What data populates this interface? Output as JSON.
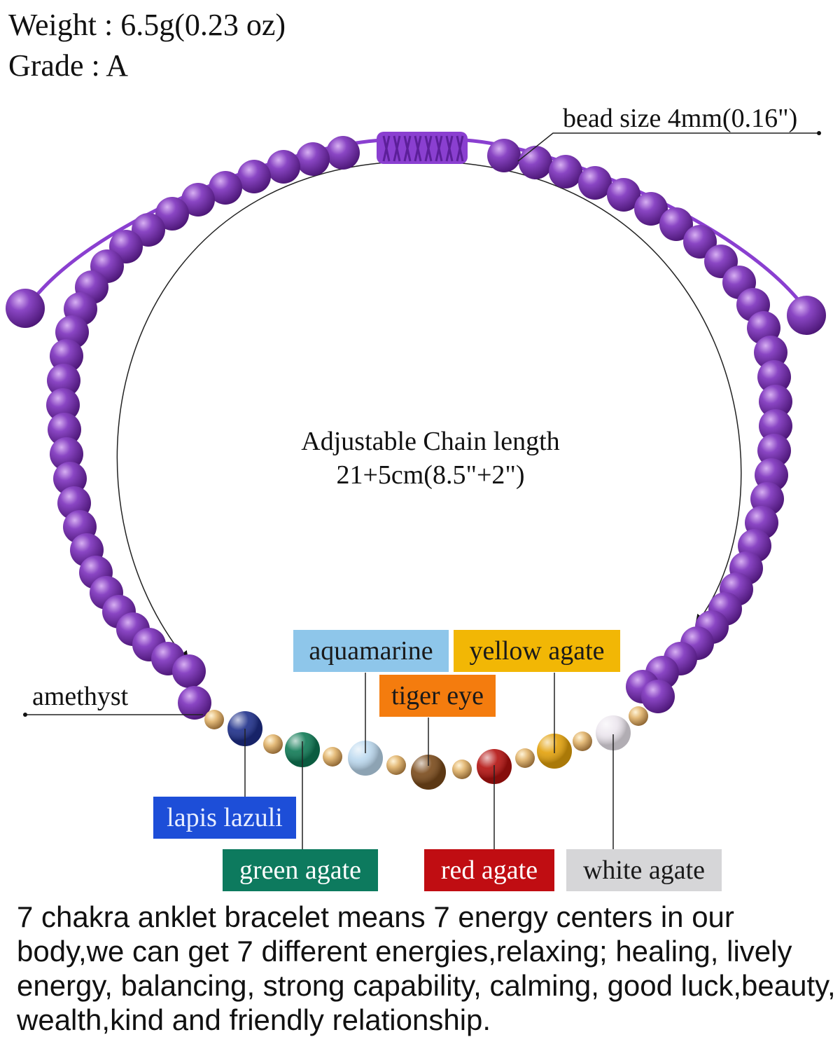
{
  "specs": {
    "weight": "Weight : 6.5g(0.23 oz)",
    "grade": "Grade : A"
  },
  "callouts": {
    "bead_size": "bead size 4mm(0.16\")",
    "amethyst": "amethyst"
  },
  "chain": {
    "line1": "Adjustable Chain length",
    "line2": "21+5cm(8.5\"+2\")"
  },
  "stones": [
    {
      "label": "lapis lazuli",
      "tag_color": "#1d4ed8",
      "text_color": "#e8eeff",
      "bead_color": "#1e2f8a"
    },
    {
      "label": "green agate",
      "tag_color": "#0d7a5e",
      "text_color": "#ffffff",
      "bead_color": "#0f7a55"
    },
    {
      "label": "aquamarine",
      "tag_color": "#8ec6ea",
      "text_color": "#1a1a1a",
      "bead_color": "#bcd9ef"
    },
    {
      "label": "tiger eye",
      "tag_color": "#f47c0e",
      "text_color": "#1a1a1a",
      "bead_color": "#7a4a1a"
    },
    {
      "label": "red agate",
      "tag_color": "#c00d12",
      "text_color": "#ffffff",
      "bead_color": "#b3110f"
    },
    {
      "label": "yellow agate",
      "tag_color": "#f2b705",
      "text_color": "#1a1a1a",
      "bead_color": "#e3a10a"
    },
    {
      "label": "white agate",
      "tag_color": "#d6d6d8",
      "text_color": "#1a1a1a",
      "bead_color": "#ece6ee"
    }
  ],
  "colors": {
    "amethyst": "#6a2a9a",
    "cord": "#8a3fd0",
    "spacer": "#e2b872"
  },
  "description": "7 chakra anklet bracelet means 7 energy centers in our body,we can get 7 different energies,relaxing; healing, lively energy, balancing, strong capability, calming, good luck,beauty, wealth,kind and friendly relationship."
}
